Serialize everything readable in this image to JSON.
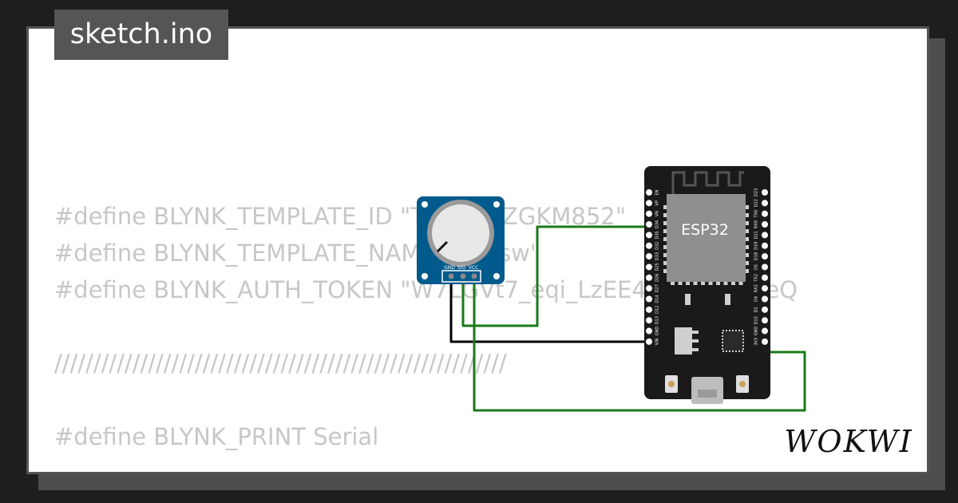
{
  "tab": {
    "filename": "sketch.ino"
  },
  "code_lines": [
    "#define BLYNK_TEMPLATE_ID \"TMPL3ZZGKM852\"",
    "#define BLYNK_TEMPLATE_NAME \"pro sw\"",
    "#define BLYNK_AUTH_TOKEN \"W7LGVt7_eqi_LzEE4vyCHwfqZeQ",
    "",
    "//////////////////////////////////////////////////////////",
    "",
    "#define BLYNK_PRINT Serial"
  ],
  "potentiometer": {
    "pin_labels": [
      "GND",
      "SIG",
      "VCC"
    ]
  },
  "esp32": {
    "chip_label": "ESP32",
    "left_pins": [
      "EN",
      "VP",
      "VN",
      "D34",
      "D35",
      "D32",
      "D33",
      "D25",
      "D26",
      "D27",
      "D14",
      "D12",
      "D13",
      "GND",
      "VIN"
    ],
    "right_pins": [
      "D23",
      "D22",
      "TX0",
      "RX0",
      "D21",
      "D19",
      "D18",
      "D5",
      "TX2",
      "RX2",
      "D4",
      "D2",
      "D15",
      "GND",
      "3V3"
    ]
  },
  "brand": {
    "name": "WOKWI"
  },
  "colors": {
    "background": "#1e1e1e",
    "card": "#ffffff",
    "code_text": "#c7c7c7",
    "pot_board": "#005a8c",
    "esp_board": "#1a1a1a",
    "wire_green": "#1a7a1a",
    "wire_black": "#000000"
  }
}
